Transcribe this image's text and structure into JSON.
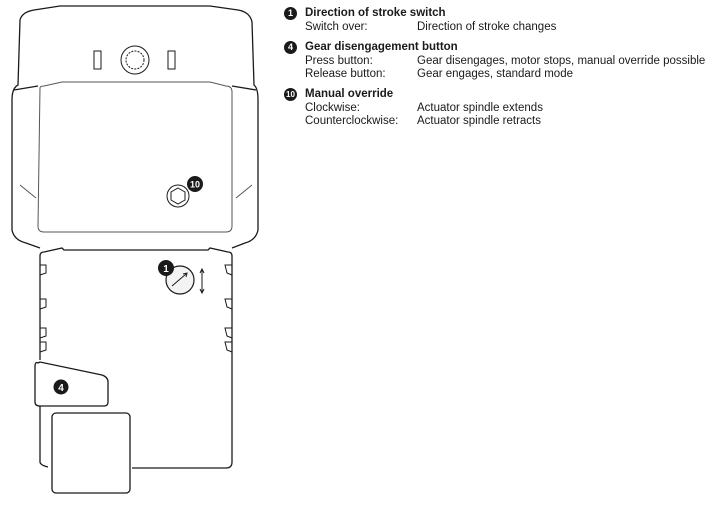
{
  "diagram": {
    "callouts": [
      {
        "number": "1",
        "target": "direction-of-stroke-switch"
      },
      {
        "number": "4",
        "target": "gear-disengagement-button"
      },
      {
        "number": "10",
        "target": "manual-override"
      }
    ]
  },
  "legend": {
    "sections": [
      {
        "number": "1",
        "title": "Direction of stroke switch",
        "rows": [
          {
            "label": "Switch over:",
            "value": "Direction of stroke changes"
          }
        ]
      },
      {
        "number": "4",
        "title": "Gear disengagement button",
        "rows": [
          {
            "label": "Press button:",
            "value": "Gear disengages, motor stops, manual override possible"
          },
          {
            "label": "Release button:",
            "value": "Gear engages, standard mode"
          }
        ]
      },
      {
        "number": "10",
        "title": "Manual override",
        "rows": [
          {
            "label": "Clockwise:",
            "value": "Actuator spindle extends"
          },
          {
            "label": "Counterclockwise:",
            "value": "Actuator spindle retracts"
          }
        ]
      }
    ]
  }
}
